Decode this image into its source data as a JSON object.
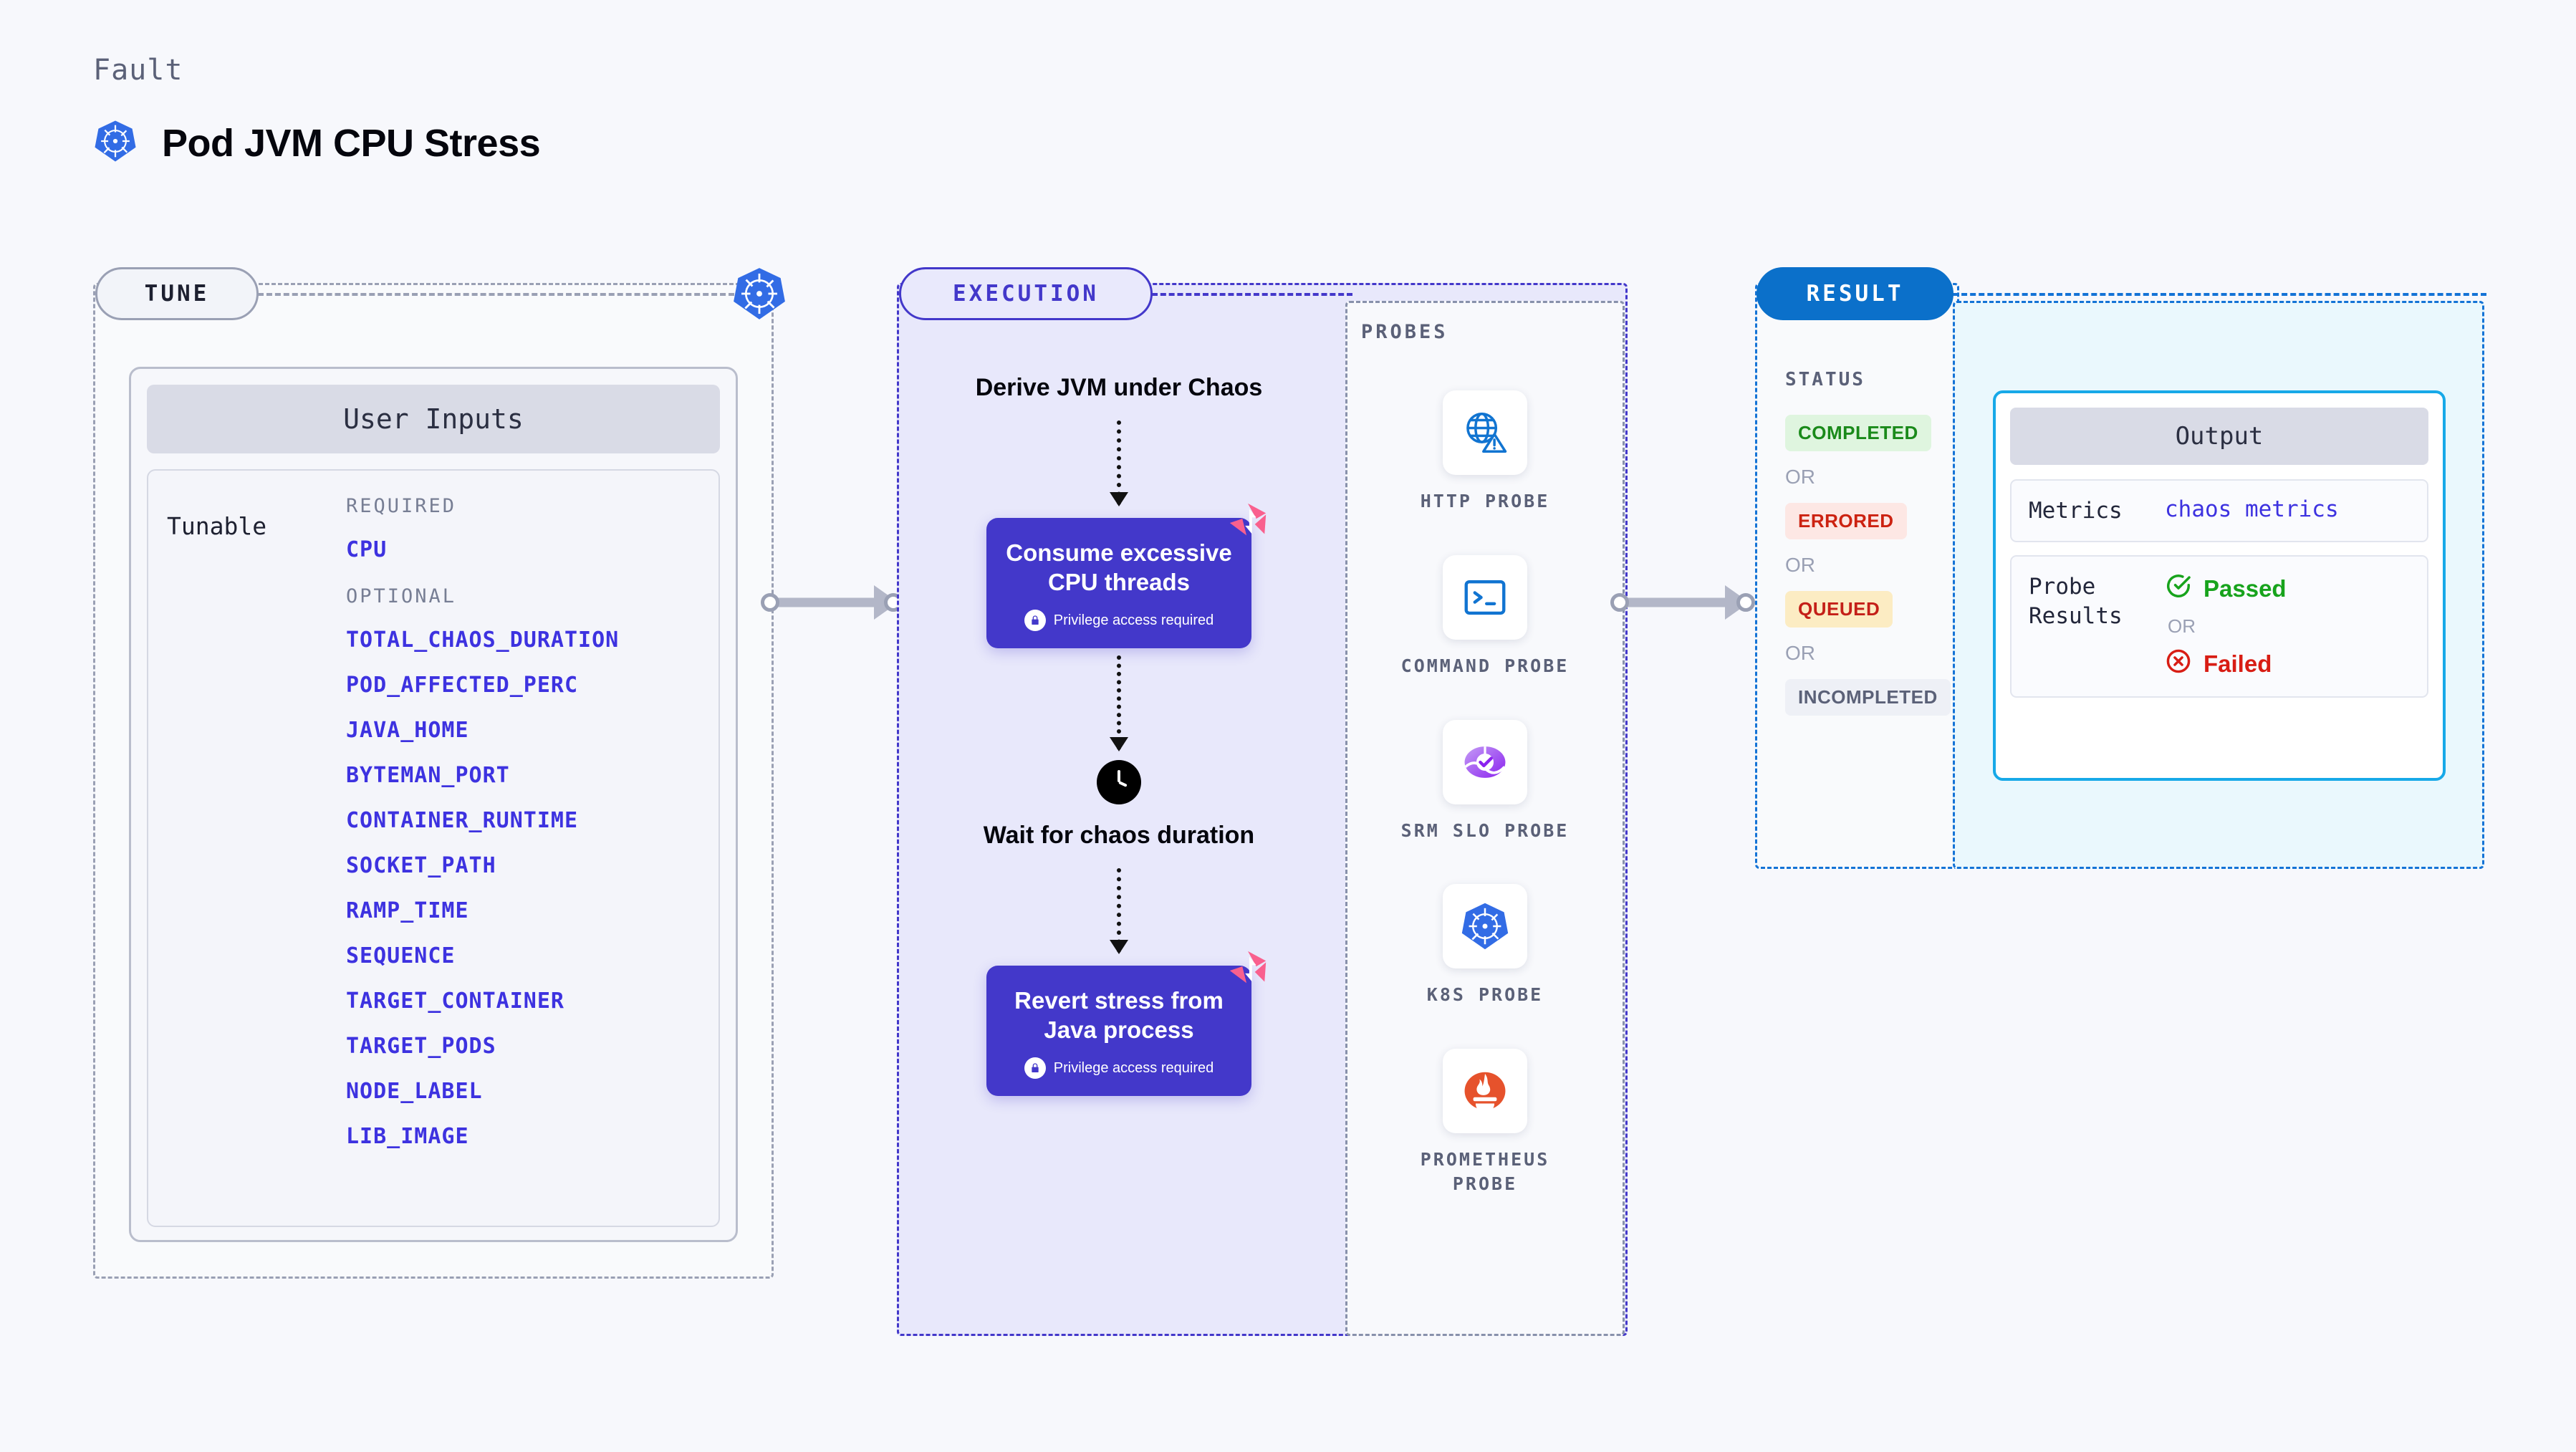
{
  "header": {
    "kicker": "Fault",
    "title": "Pod JVM CPU Stress",
    "logo_icon": "kubernetes-icon"
  },
  "tune": {
    "badge": "TUNE",
    "node_icon": "kubernetes-icon",
    "user_inputs": {
      "header": "User Inputs",
      "row_label": "Tunable",
      "required_label": "REQUIRED",
      "optional_label": "OPTIONAL",
      "required": [
        "CPU"
      ],
      "optional": [
        "TOTAL_CHAOS_DURATION",
        "POD_AFFECTED_PERC",
        "JAVA_HOME",
        "BYTEMAN_PORT",
        "CONTAINER_RUNTIME",
        "SOCKET_PATH",
        "RAMP_TIME",
        "SEQUENCE",
        "TARGET_CONTAINER",
        "TARGET_PODS",
        "NODE_LABEL",
        "LIB_IMAGE"
      ]
    }
  },
  "execution": {
    "badge": "EXECUTION",
    "steps": [
      {
        "type": "text",
        "label": "Derive JVM under Chaos"
      },
      {
        "type": "card",
        "label": "Consume excessive CPU threads",
        "note": "Privilege access required",
        "note_icon": "lock-icon",
        "corner_icon": "harness-pinwheel-icon"
      },
      {
        "type": "clock",
        "icon": "clock-icon",
        "label": "Wait for chaos duration"
      },
      {
        "type": "card",
        "label": "Revert stress from Java process",
        "note": "Privilege access required",
        "note_icon": "lock-icon",
        "corner_icon": "harness-pinwheel-icon"
      }
    ]
  },
  "probes": {
    "title": "PROBES",
    "items": [
      {
        "label": "HTTP PROBE",
        "icon": "globe-warning-icon"
      },
      {
        "label": "COMMAND PROBE",
        "icon": "terminal-icon"
      },
      {
        "label": "SRM SLO PROBE",
        "icon": "slo-gauge-check-icon"
      },
      {
        "label": "K8S PROBE",
        "icon": "kubernetes-icon"
      },
      {
        "label": "PROMETHEUS PROBE",
        "icon": "prometheus-flame-icon"
      }
    ]
  },
  "result": {
    "badge": "RESULT",
    "status_title": "STATUS",
    "or_label": "OR",
    "statuses": [
      {
        "label": "COMPLETED",
        "style": "completed"
      },
      {
        "label": "ERRORED",
        "style": "errored"
      },
      {
        "label": "QUEUED",
        "style": "queued"
      },
      {
        "label": "INCOMPLETED",
        "style": "incomplete"
      }
    ]
  },
  "output": {
    "header": "Output",
    "metrics_key": "Metrics",
    "metrics_value": "chaos metrics",
    "probe_results_key": "Probe Results",
    "passed_label": "Passed",
    "passed_icon": "check-circle-icon",
    "failed_label": "Failed",
    "failed_icon": "x-circle-icon",
    "or_label": "OR"
  },
  "colors": {
    "indigo": "#4338ca",
    "blue": "#0b70ca",
    "cyan": "#17a9e8",
    "pink": "#f9608e",
    "green": "#17a31c",
    "red": "#d81d14",
    "param_link": "#3d32e0"
  }
}
